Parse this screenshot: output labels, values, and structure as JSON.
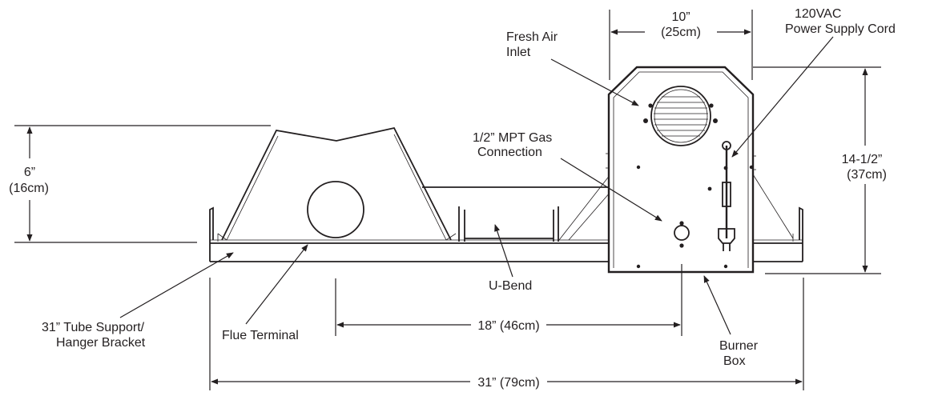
{
  "labels": {
    "fresh_air_inlet": [
      "Fresh Air",
      "Inlet"
    ],
    "power_supply": [
      "120VAC",
      "Power Supply Cord"
    ],
    "gas_connection": [
      "1/2” MPT Gas",
      "Connection"
    ],
    "u_bend": "U-Bend",
    "tube_support": [
      "31” Tube Support/",
      "Hanger Bracket"
    ],
    "flue_terminal": "Flue Terminal",
    "burner_box": [
      "Burner",
      "Box"
    ]
  },
  "dimensions": {
    "box_width": [
      "10”",
      "(25cm)"
    ],
    "box_height": [
      "14-1/2”",
      "(37cm)"
    ],
    "left_height": [
      "6”",
      "(16cm)"
    ],
    "center_span": "18” (46cm)",
    "total_span": "31” (79cm)"
  }
}
